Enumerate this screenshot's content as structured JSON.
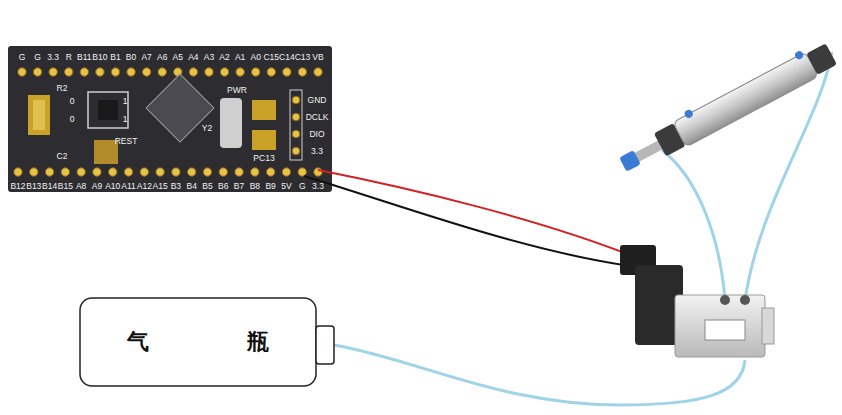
{
  "diagram": {
    "nodes": [
      {
        "text": [
          "气 瓶"
        ]
      }
    ],
    "labels": [
      "G",
      "G",
      "3.3",
      "R",
      "B11",
      "B10",
      "B1",
      "B0",
      "A7",
      "A6",
      "A5",
      "A4",
      "A3",
      "A2",
      "A1",
      "A0",
      "C15",
      "C14",
      "C13",
      "VB",
      "B12",
      "B13",
      "B14",
      "B15",
      "A8",
      "A9",
      "A10",
      "A11",
      "A12",
      "A15",
      "B3",
      "B4",
      "B5",
      "B6",
      "B7",
      "B8",
      "B9",
      "5V",
      "G",
      "3.3",
      "GND",
      "DCLK",
      "DIO",
      "3.3",
      "R2",
      "0",
      "0",
      "1",
      "1",
      "REST",
      "C2",
      "PWR",
      "Y2",
      "PC13"
    ]
  }
}
